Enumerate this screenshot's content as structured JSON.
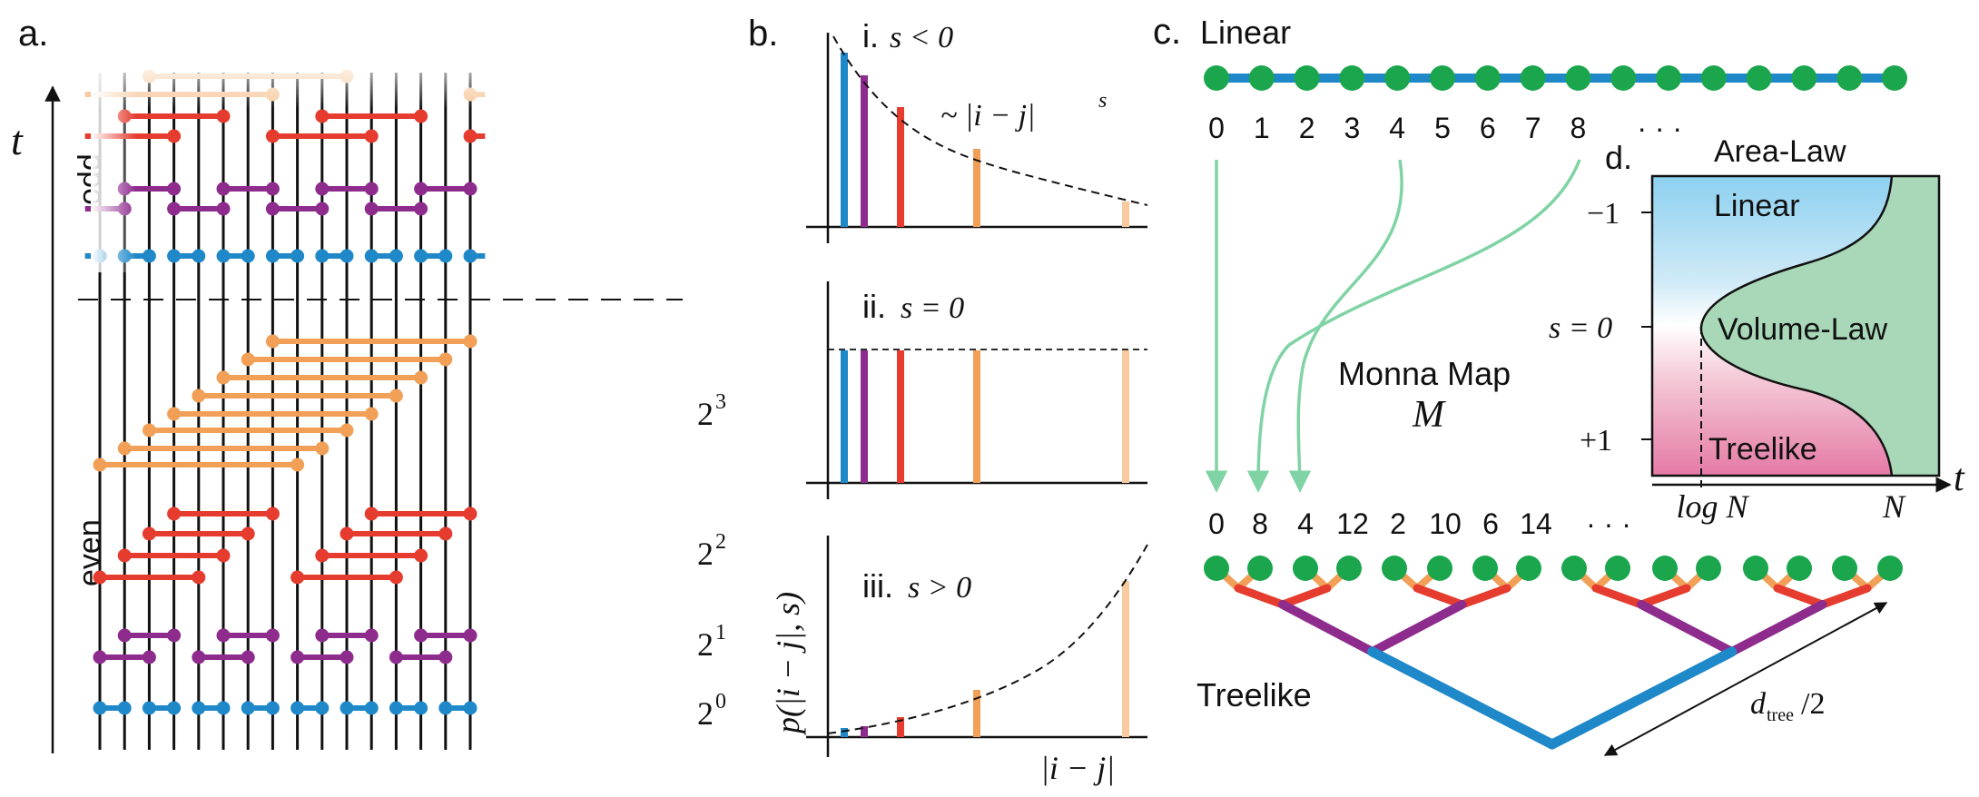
{
  "colors": {
    "lvl0": "#1f88c9",
    "lvl1": "#8e2c8e",
    "lvl2": "#e53c2f",
    "lvl3": "#f2a057",
    "lvl4": "#f7caa0",
    "node": "#1ba64e",
    "arrow": "#7fd3a4",
    "volume": "#a8d8b8",
    "area_top": "#8dd0f0",
    "area_bottom": "#e57aa6"
  },
  "panel_a": {
    "label": "a.",
    "t_axis": "t",
    "odd_label": "odd",
    "even_label": "even",
    "scale_labels": [
      {
        "base": "2",
        "exp": "3"
      },
      {
        "base": "2",
        "exp": "2"
      },
      {
        "base": "2",
        "exp": "1"
      },
      {
        "base": "2",
        "exp": "0"
      }
    ]
  },
  "panel_b": {
    "label": "b.",
    "plots": [
      {
        "roman": "i.",
        "condition": "s < 0",
        "annotation": "~ |i − j|",
        "annotation_exp": "s"
      },
      {
        "roman": "ii.",
        "condition": "s = 0",
        "annotation": "",
        "annotation_exp": ""
      },
      {
        "roman": "iii.",
        "condition": "s > 0",
        "annotation": "",
        "annotation_exp": ""
      }
    ],
    "ylabel": "p(|i − j|, s)",
    "xlabel": "|i − j|"
  },
  "panel_c": {
    "label": "c.",
    "linear_title": "Linear",
    "linear_indices": [
      "0",
      "1",
      "2",
      "3",
      "4",
      "5",
      "6",
      "7",
      "8",
      "· · ·"
    ],
    "map_title": "Monna Map",
    "map_symbol": "M",
    "tree_indices": [
      "0",
      "8",
      "4",
      "12",
      "2",
      "10",
      "6",
      "14",
      "· · ·"
    ],
    "tree_title": "Treelike",
    "depth_label": "d",
    "depth_sub": "tree",
    "depth_suffix": "/2"
  },
  "panel_d": {
    "label": "d.",
    "top_label": "Area-Law",
    "region_linear": "Linear",
    "region_volume": "Volume-Law",
    "region_tree": "Treelike",
    "yticks": [
      "−1",
      "s = 0",
      "+1"
    ],
    "xticks": [
      "log N",
      "N"
    ],
    "xaxis": "t"
  }
}
